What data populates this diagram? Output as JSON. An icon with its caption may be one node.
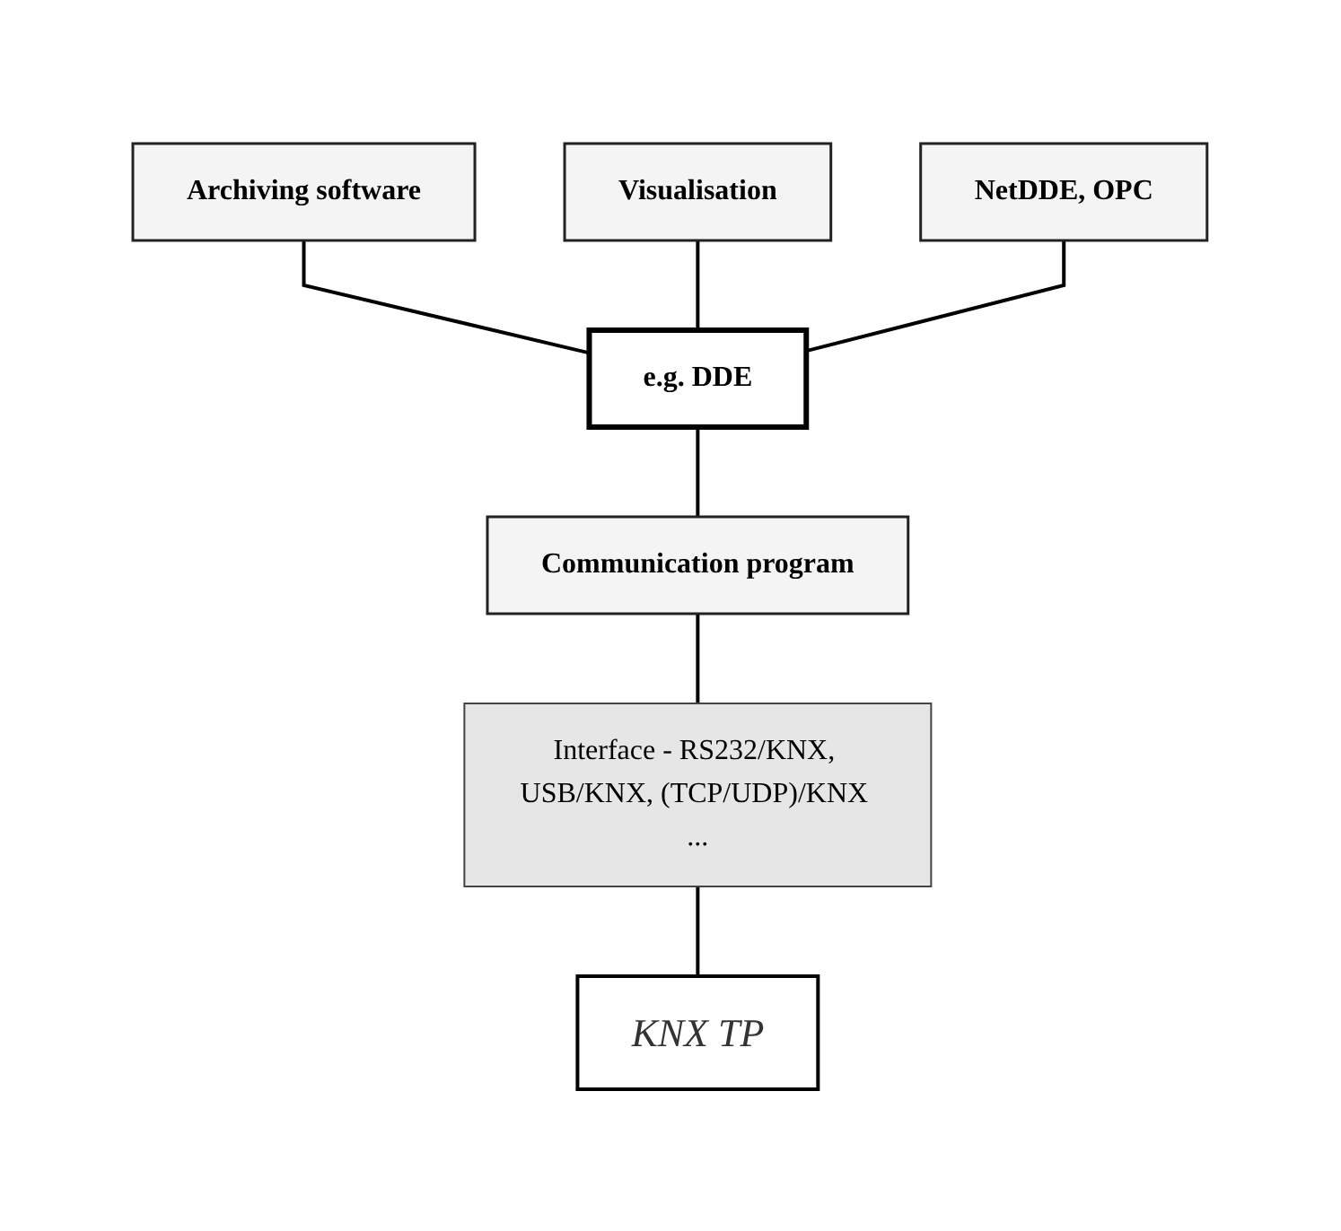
{
  "diagram": {
    "nodes": [
      {
        "text": [
          "Archiving software"
        ]
      },
      {
        "text": [
          "Visualisation"
        ]
      },
      {
        "text": [
          "NetDDE, OPC"
        ]
      },
      {
        "text": [
          "e.g. DDE"
        ]
      },
      {
        "text": [
          "Communication program"
        ]
      },
      {
        "text": [
          "Interface - RS232/KNX, USB/KNX, (TCP/UDP)/KNX ..."
        ]
      },
      {
        "text": [
          "KNX TP"
        ]
      }
    ],
    "edges": [
      {
        "from": 0,
        "to": 3,
        "arrow": "none"
      },
      {
        "from": 1,
        "to": 3,
        "arrow": "none"
      },
      {
        "from": 2,
        "to": 3,
        "arrow": "none"
      },
      {
        "from": 3,
        "to": 4,
        "arrow": "none"
      },
      {
        "from": 4,
        "to": 5,
        "arrow": "none"
      },
      {
        "from": 5,
        "to": 6,
        "arrow": "none"
      }
    ]
  }
}
